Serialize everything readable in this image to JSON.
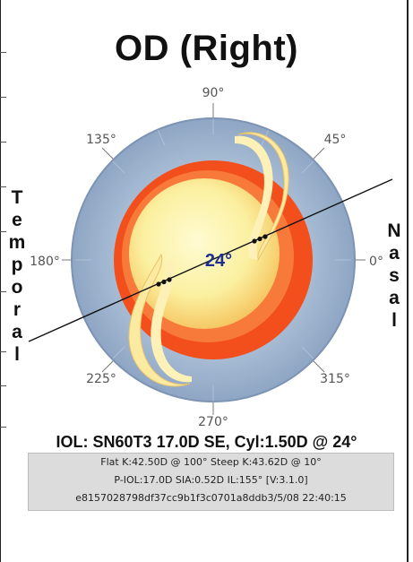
{
  "title": "OD (Right)",
  "side_labels": {
    "temporal": [
      "T",
      "e",
      "m",
      "p",
      "o",
      "r",
      "a",
      "l"
    ],
    "nasal": [
      "N",
      "a",
      "s",
      "a",
      "l"
    ]
  },
  "degree_labels": {
    "d90": "90°",
    "d45": "45°",
    "d135": "135°",
    "d180": "180°",
    "d0": "0°",
    "d225": "225°",
    "d315": "315°",
    "d270": "270°"
  },
  "axis_value": "24°",
  "iol_summary": "IOL: SN60T3 17.0D SE, Cyl:1.50D @ 24°",
  "details": {
    "line1": "Flat K:42.50D @ 100°  Steep K:43.62D @ 10°",
    "line2": "P-IOL:17.0D SIA:0.52D IL:155°   [V:3.1.0]",
    "line3": "e8157028798df37cc9b1f3c0701a8ddb3/5/08 22:40:15"
  },
  "colors": {
    "iris": "#9fb4cf",
    "iol_ring": "#f24f1c",
    "optic": "#fbf3a6",
    "haptic": "#fbeaa0",
    "axis_line": "#111111"
  }
}
